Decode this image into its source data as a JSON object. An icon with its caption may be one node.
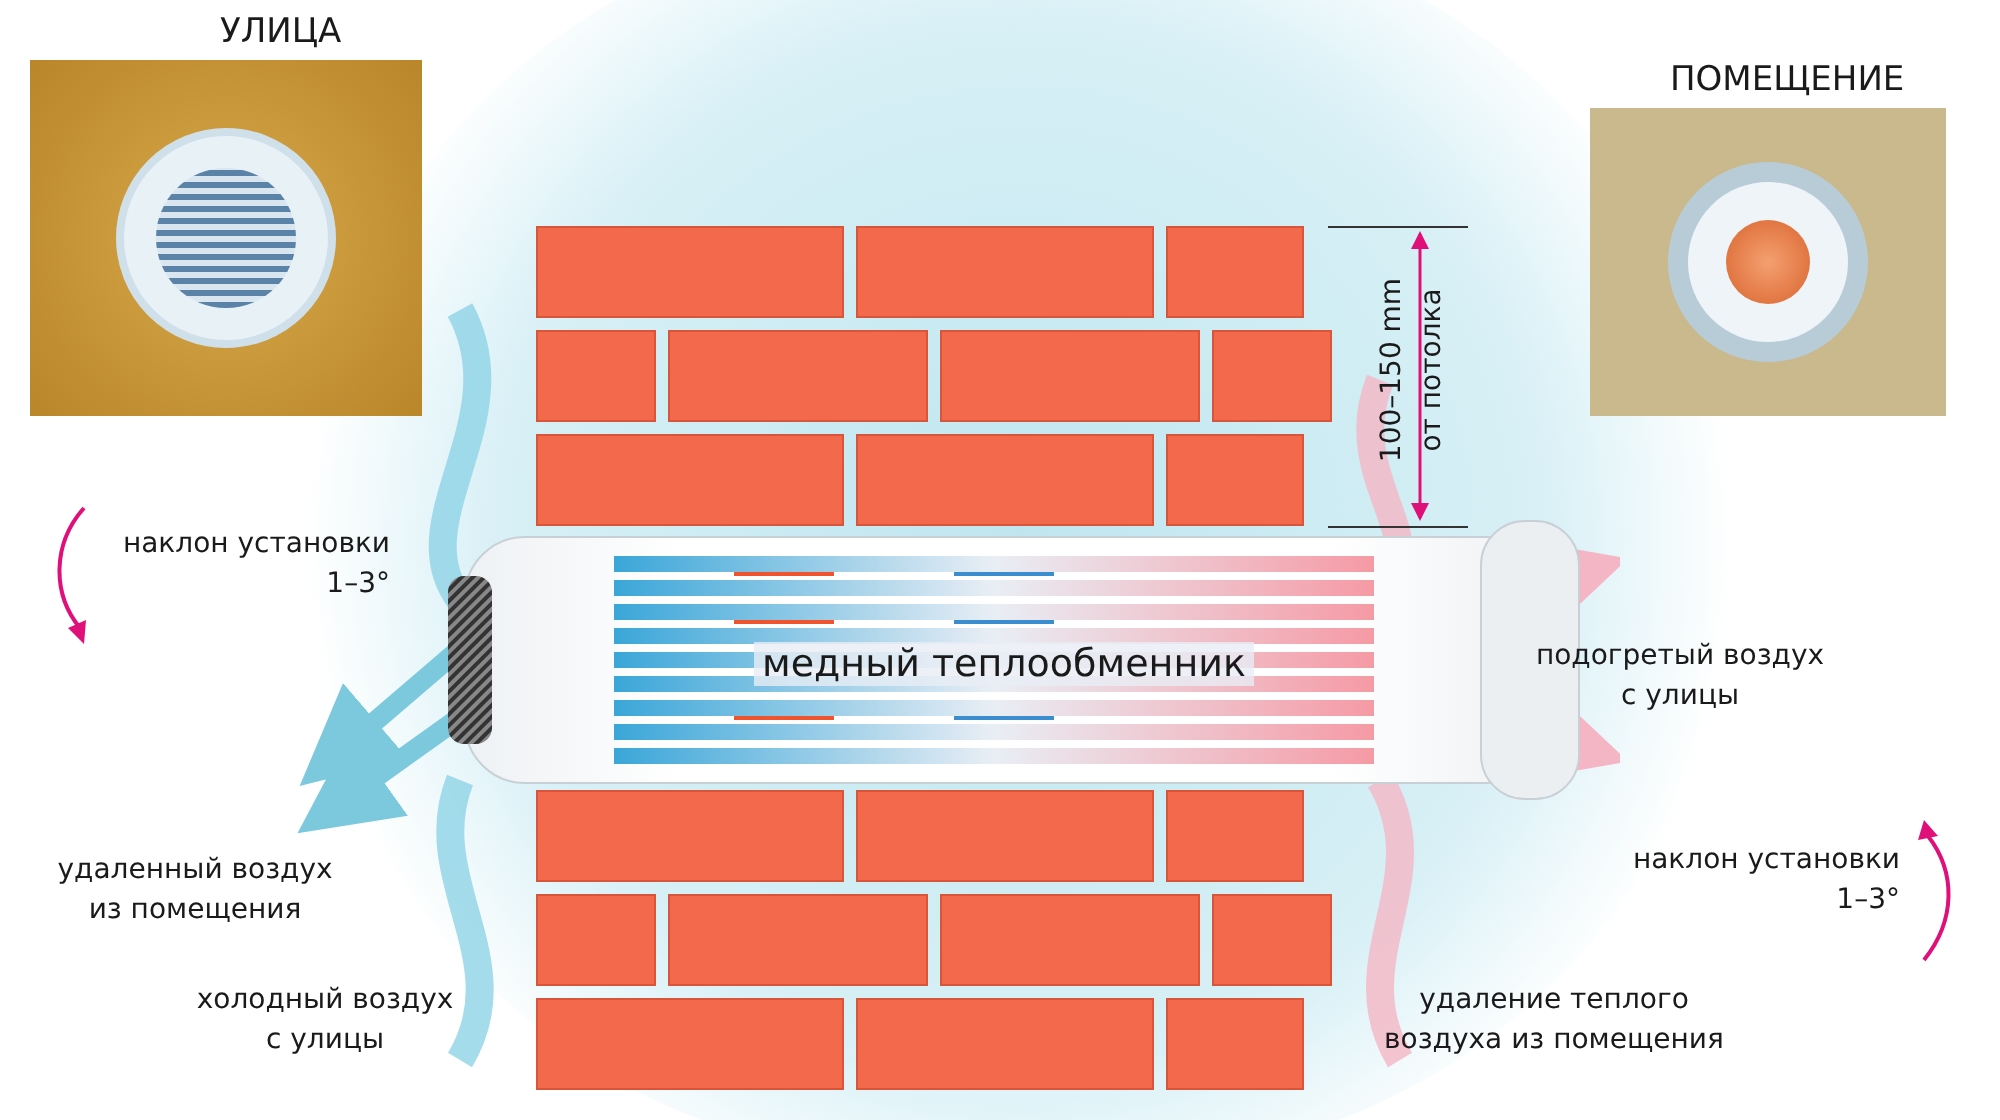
{
  "diagram": {
    "nodes": [
      {
        "text": [
          "УЛИЦА"
        ]
      },
      {
        "text": [
          "ПОМЕЩЕНИЕ"
        ]
      },
      {
        "text": [
          "медный теплообменник"
        ]
      }
    ],
    "labels": [
      "наклон установки 1–3°",
      "100–150 mm",
      "от потолка",
      "подогретый воздух с улицы",
      "удаленный воздух из помещения",
      "наклон установки 1–3°",
      "холодный воздух с улицы",
      "удаление теплого воздуха из помещения"
    ]
  }
}
